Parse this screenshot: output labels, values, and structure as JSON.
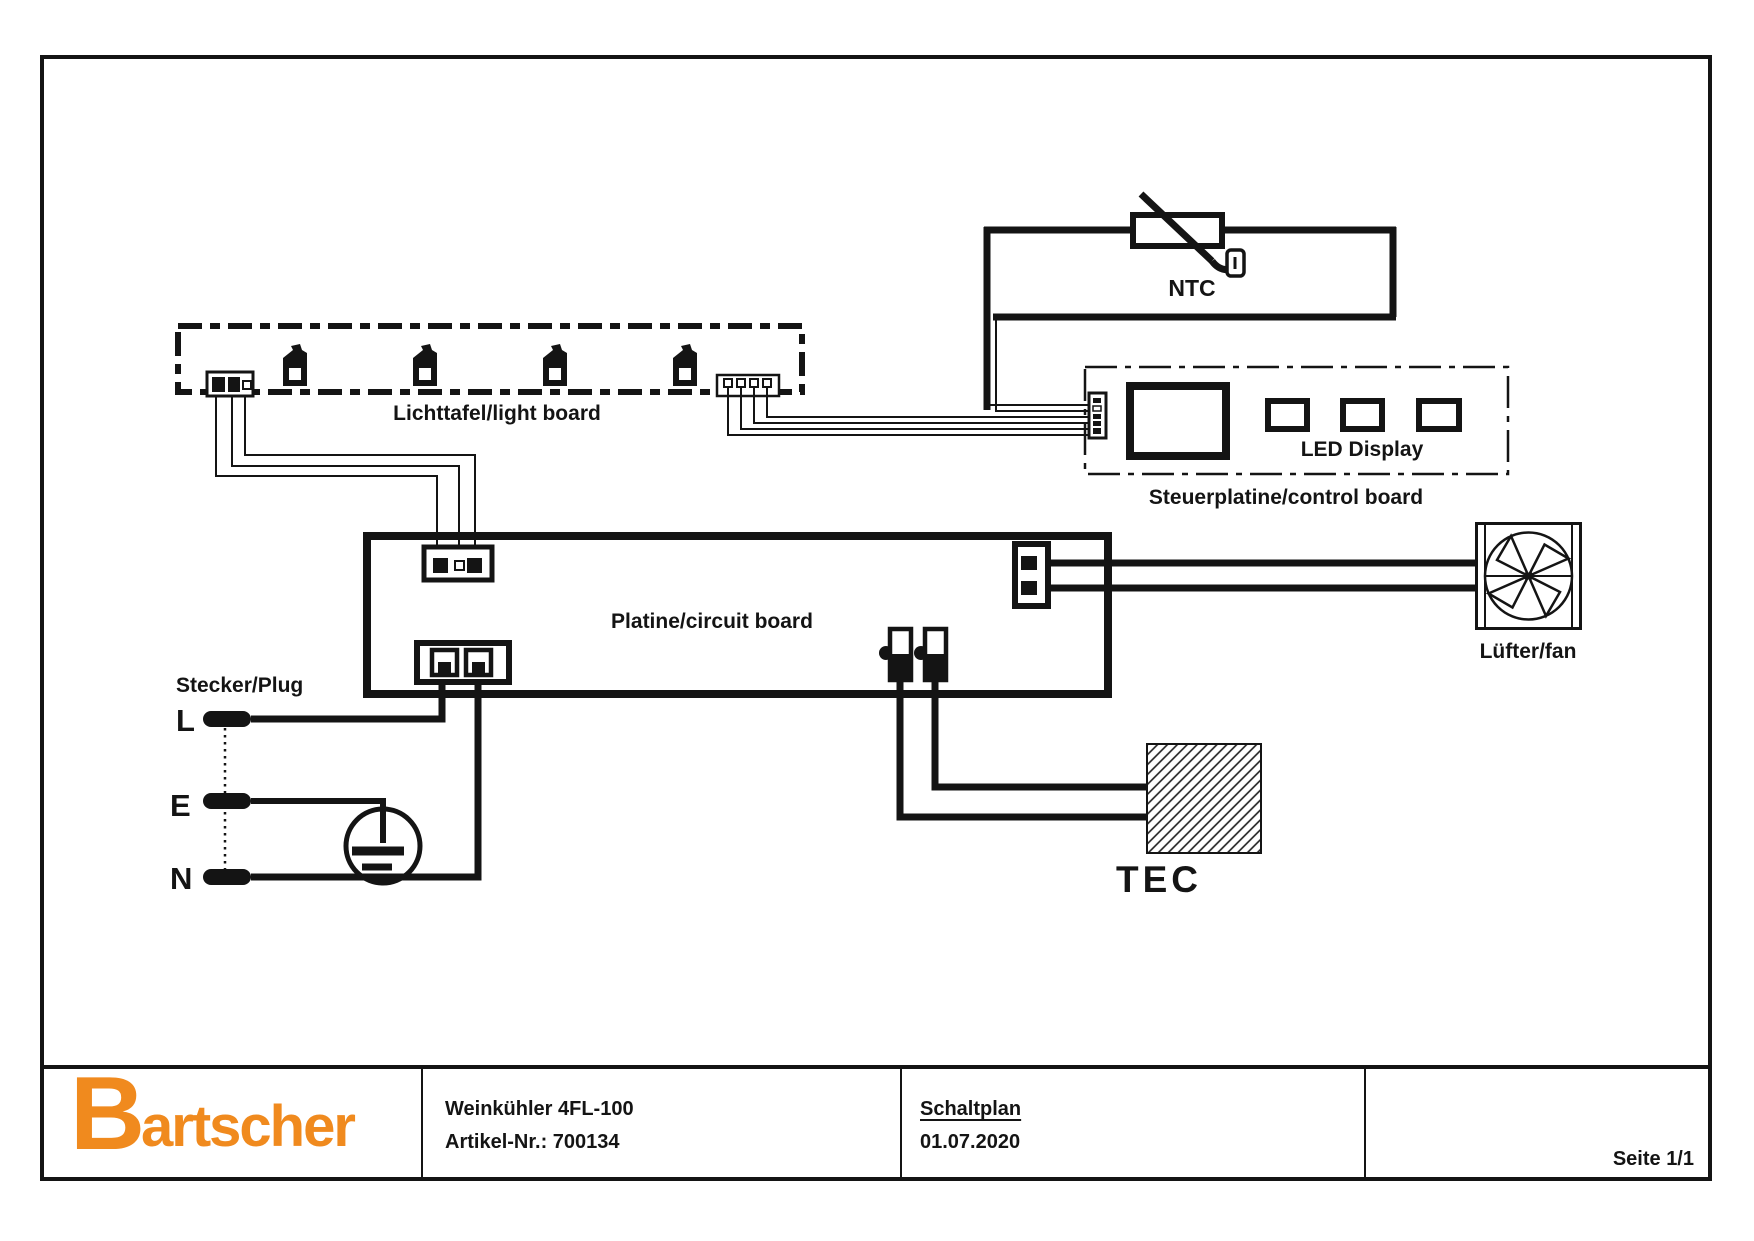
{
  "page": {
    "background": "#ffffff",
    "line_color": "#141414",
    "accent_orange": "#F08A1E"
  },
  "diagram": {
    "light_board_label": "Lichttafel/light board",
    "ntc_label": "NTC",
    "led_display_label": "LED Display",
    "control_board_label": "Steuerplatine/control board",
    "circuit_board_label": "Platine/circuit board",
    "fan_label": "Lüfter/fan",
    "plug_label": "Stecker/Plug",
    "tec_label": "TEC",
    "terminals": {
      "l": "L",
      "e": "E",
      "n": "N"
    },
    "lamp_count": 4
  },
  "footer": {
    "brand_b": "B",
    "brand_rest": "artscher",
    "model": "Weinkühler 4FL-100",
    "article_no": "Artikel-Nr.: 700134",
    "doc_title": "Schaltplan",
    "date": "01.07.2020",
    "page_indicator": "Seite 1/1"
  }
}
